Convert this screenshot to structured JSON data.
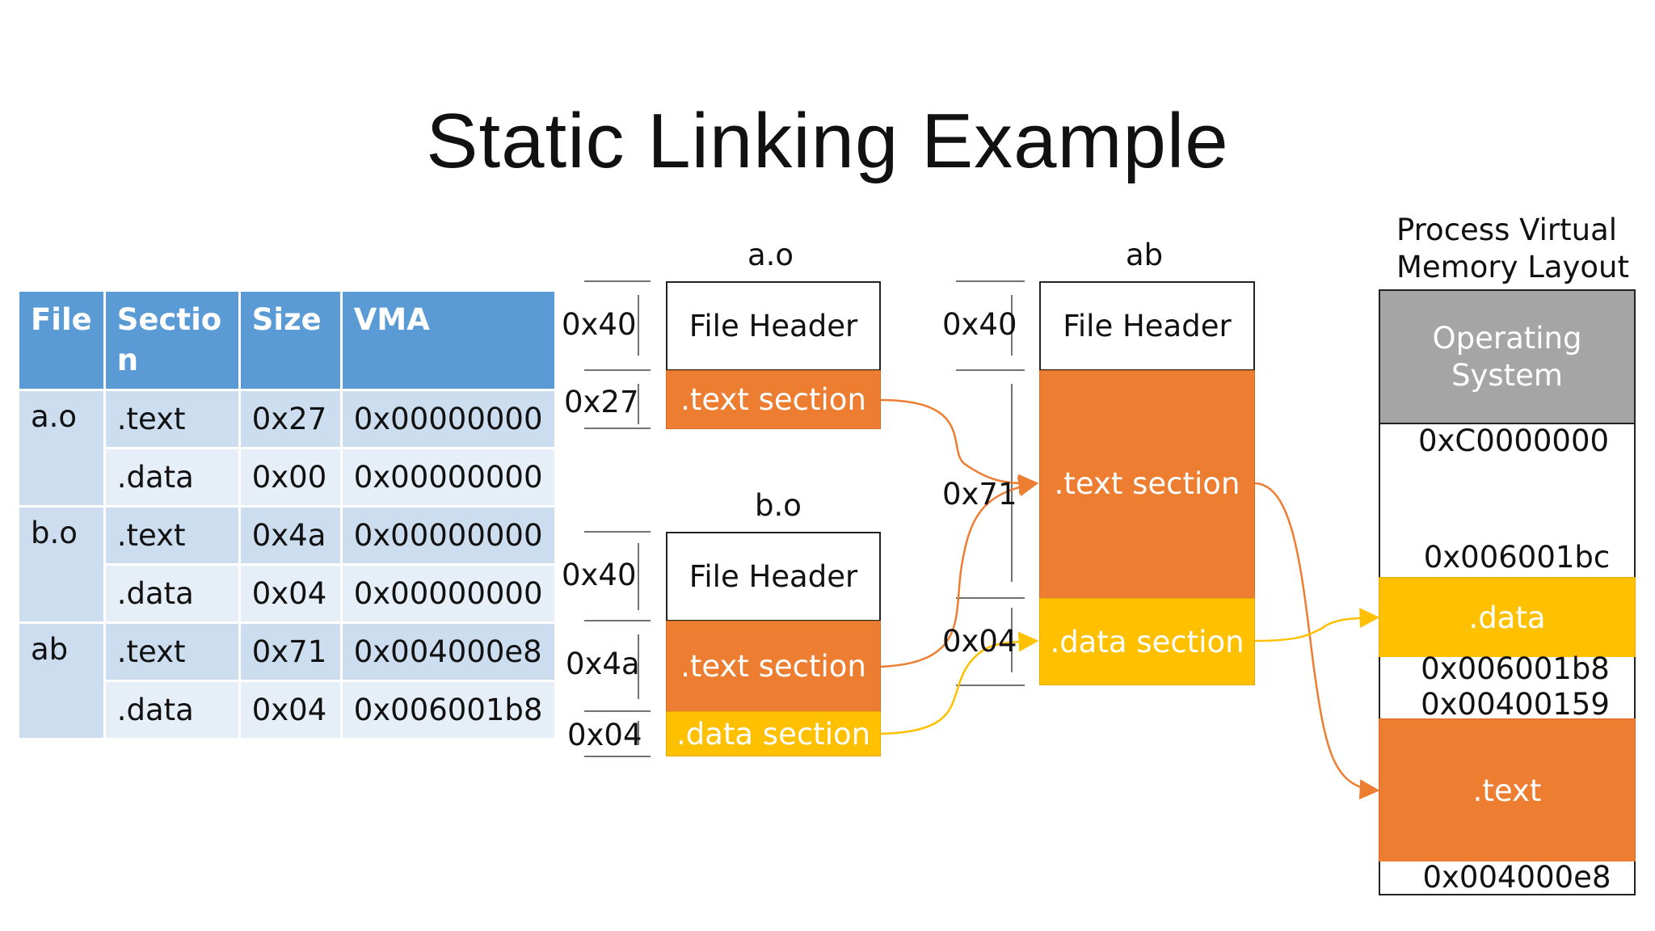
{
  "title": "Static Linking Example",
  "table": {
    "headers": [
      "File",
      "Sectio\nn",
      "Size",
      "VMA"
    ],
    "groups": [
      {
        "file": "a.o",
        "rows": [
          [
            ".text",
            "0x27",
            "0x00000000"
          ],
          [
            ".data",
            "0x00",
            "0x00000000"
          ]
        ]
      },
      {
        "file": "b.o",
        "rows": [
          [
            ".text",
            "0x4a",
            "0x00000000"
          ],
          [
            ".data",
            "0x04",
            "0x00000000"
          ]
        ]
      },
      {
        "file": "ab",
        "rows": [
          [
            ".text",
            "0x71",
            "0x004000e8"
          ],
          [
            ".data",
            "0x04",
            "0x006001b8"
          ]
        ]
      }
    ]
  },
  "ao": {
    "title": "a.o",
    "header": "File Header",
    "text": ".text section",
    "size_header": "0x40",
    "size_text": "0x27"
  },
  "bo": {
    "title": "b.o",
    "header": "File Header",
    "text": ".text section",
    "data": ".data section",
    "size_header": "0x40",
    "size_text": "0x4a",
    "size_data": "0x04"
  },
  "ab": {
    "title": "ab",
    "header": "File Header",
    "text": ".text section",
    "data": ".data section",
    "size_header": "0x40",
    "size_text": "0x71",
    "size_data": "0x04"
  },
  "vm": {
    "title_line1": "Process Virtual",
    "title_line2": "Memory Layout",
    "os_line1": "Operating",
    "os_line2": "System",
    "addr_os": "0xC0000000",
    "addr_data_end": "0x006001bc",
    "data": ".data",
    "addr_data_start": "0x006001b8",
    "addr_text_end": "0x00400159",
    "text": ".text",
    "addr_text_start": "0x004000e8"
  },
  "colors": {
    "orange": "#ed7d31",
    "yellow": "#ffc000",
    "blue": "#5b9bd5",
    "grey": "#a5a5a5"
  }
}
